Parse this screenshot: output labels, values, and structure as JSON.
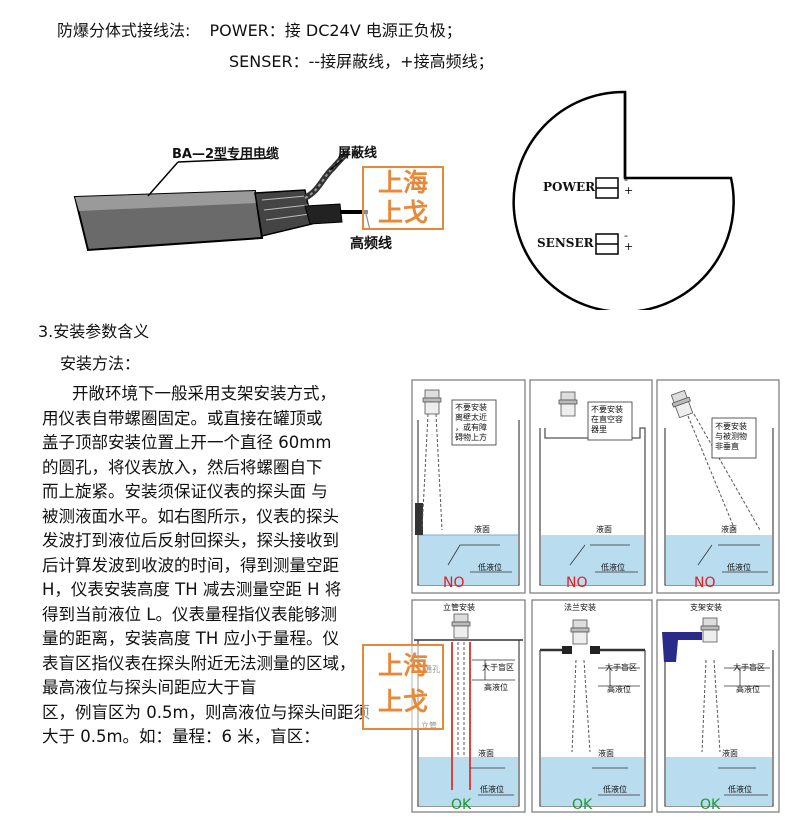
{
  "header": {
    "line1_label": "防爆分体式接线法:",
    "line1_rest": "POWER：接 DC24V 电源正负极；",
    "line2": "SENSER：--接屏蔽线，+接高频线；"
  },
  "cable": {
    "cable_label": "BA—2型专用电缆",
    "shield_label": "屏蔽线",
    "hf_label": "高频线"
  },
  "terminal": {
    "power": "POWER",
    "senser": "SENSER",
    "minus": "-",
    "plus": "+"
  },
  "watermark": {
    "line1": "上海",
    "line2": "上戈"
  },
  "section": {
    "title": "3.安装参数含义",
    "subtitle": "安装方法："
  },
  "paragraph": [
    "开敞环境下一般采用支架安装方式，",
    "用仪表自带螺圈固定。或直接在罐顶或",
    "盖子顶部安装位置上开一个直径  60mm",
    "的圆孔，将仪表放入，然后将螺圈自下",
    "而上旋紧。安装须保证仪表的探头面 与",
    "被测液面水平。如右图所示，仪表的探头",
    "发波打到液位后反射回探头，探头接收到",
    "后计算发波到收波的时间，得到测量空距",
    "H，仪表安装高度 TH 减去测量空距 H 将",
    "得到当前液位 L。仪表量程指仪表能够测",
    "量的距离，安装高度 TH 应小于量程。仪",
    "表盲区指仪表在探头附近无法测量的区域，",
    "最高液位与探头间距应大于盲",
    "区，例盲区为 0.5m，则高液位与探头间距须",
    "大于 0.5m。如：量程：6 米，盲区："
  ],
  "panels_top": [
    {
      "note": [
        "不要安装",
        "离壁太近",
        "，或有障",
        "碍物上方"
      ],
      "liquid": "液面",
      "low": "低液位",
      "result": "NO"
    },
    {
      "note": [
        "不要安装",
        "在直空容",
        "器里"
      ],
      "liquid": "液面",
      "low": "低液位",
      "result": "NO"
    },
    {
      "note": [
        "不要安装",
        "与被测物",
        "非垂直"
      ],
      "liquid": "液面",
      "low": "低液位",
      "result": "NO"
    }
  ],
  "panels_bottom": [
    {
      "title": "立管安装",
      "hole": "通孔",
      "pipe": "立管",
      "blind": "大于盲区",
      "high": "高液位",
      "liquid": "液面",
      "low": "低液位",
      "result": "OK"
    },
    {
      "title": "法兰安装",
      "blind": "大于盲区",
      "high": "高液位",
      "liquid": "液面",
      "low": "低液位",
      "result": "OK"
    },
    {
      "title": "支架安装",
      "blind": "大于盲区",
      "high": "高液位",
      "liquid": "液面",
      "low": "低液位",
      "result": "OK"
    }
  ],
  "colors": {
    "no": "#e02020",
    "ok": "#1a9a2a",
    "water": "#b9dcef",
    "watermark": "#e8893a"
  }
}
